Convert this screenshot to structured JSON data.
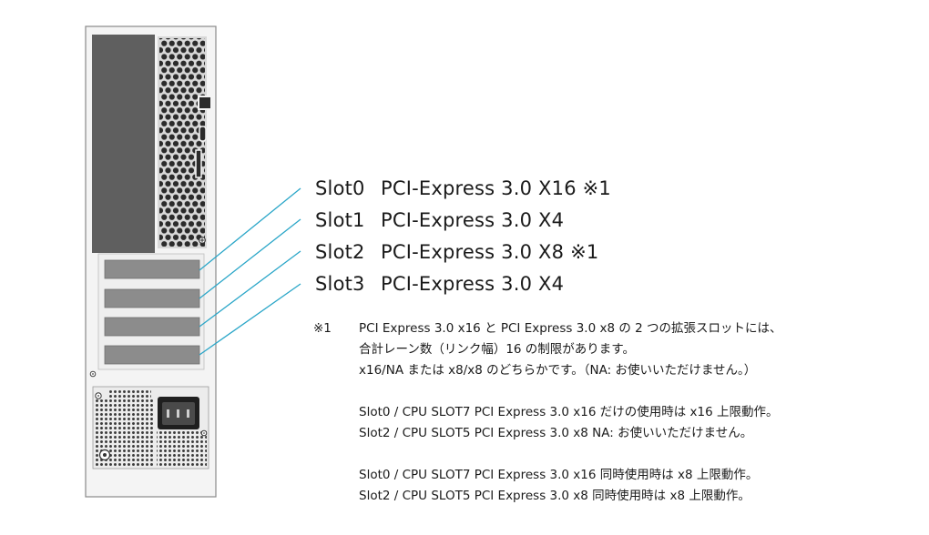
{
  "slots": [
    {
      "name": "Slot0",
      "spec": "PCI-Express 3.0 X16 ※1"
    },
    {
      "name": "Slot1",
      "spec": "PCI-Express 3.0 X4"
    },
    {
      "name": "Slot2",
      "spec": "PCI-Express 3.0 X8 ※1"
    },
    {
      "name": "Slot3",
      "spec": "PCI-Express 3.0 X4"
    }
  ],
  "note": {
    "mark": "※1",
    "lines": [
      "PCI Express 3.0 x16 と PCI Express 3.0 x8 の 2 つの拡張スロットには、",
      "合計レーン数（リンク幅）16 の制限があります。",
      "x16/NA または x8/x8 のどちらかです。（NA: お使いいただけません。）"
    ],
    "case1": [
      "Slot0 / CPU SLOT7 PCI Express 3.0 x16 だけの使用時は x16 上限動作。",
      "Slot2 / CPU SLOT5 PCI Express 3.0 x8 NA: お使いいただけません。"
    ],
    "case2": [
      "Slot0 / CPU SLOT7 PCI Express 3.0 x16 同時使用時は x8 上限動作。",
      "Slot2 / CPU SLOT5 PCI Express 3.0 x8 同時使用時は x8 上限動作。"
    ]
  },
  "colors": {
    "leader": "#2aa6c8",
    "chassis_fill": "#f4f4f4",
    "chassis_stroke": "#8a8a8a",
    "dark_panel": "#5f5f5f",
    "slot_cover": "#8c8c8c"
  },
  "icons": {
    "grille": "hex-vent-grille",
    "power": "ac-power-inlet",
    "screw": "thumb-screw-icon"
  }
}
